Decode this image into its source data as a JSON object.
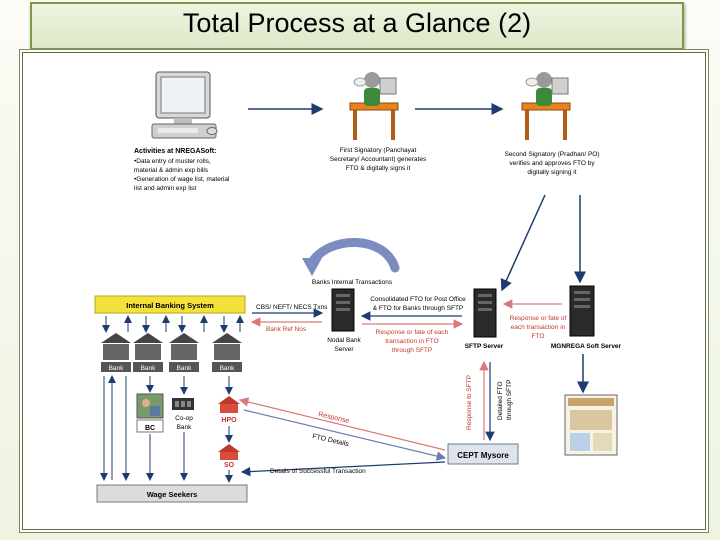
{
  "title": "Total Process at a Glance (2)",
  "nodes": {
    "activities": {
      "heading": "Activities at NREGASoft:",
      "lines": [
        "•Data entry of muster rolls,",
        " material & admin exp bills",
        "•Generation of wage list, material",
        " list and admin exp list"
      ]
    },
    "first_signatory": {
      "lines": [
        "First Signatory (Panchayat",
        "Secretary/ Accountant) generates",
        "FTO & digitally signs it"
      ]
    },
    "second_signatory": {
      "lines": [
        "Second Signatory (Pradhan/ PO)",
        "verifies and approves FTO by",
        "digitally signing it"
      ]
    },
    "internal_banking": "Internal Banking System",
    "banks_internal": "Banks Internal Transactions",
    "cbs": "CBS/ NEFT/ NECS Txns",
    "bank_ref": "Bank Ref Nos",
    "nodal_bank": {
      "lines": [
        "Nodal Bank",
        "Server"
      ]
    },
    "consolidated": {
      "lines": [
        "Consolidated FTO for Post Office",
        "& FTO for Banks through SFTP"
      ]
    },
    "response_fate_left": {
      "lines": [
        "Response or fate of each",
        "transaction in FTO",
        "through SFTP"
      ]
    },
    "sftp_server": "SFTP Server",
    "response_fate_right": {
      "lines": [
        "Response or fate of",
        "each transaction in",
        "FTO"
      ]
    },
    "mgnrega_server": "MGNREGA Soft Server",
    "bank": "Bank",
    "bc": "BC",
    "coop": {
      "lines": [
        "Co-op",
        "Bank"
      ]
    },
    "hpo": "HPO",
    "so": "SO",
    "response_diag": "Response",
    "fto_details": "FTO Details",
    "response_to_sftp": "Response to SFTP",
    "detailed_fto": {
      "lines": [
        "Detailed FTO",
        "through SFTP"
      ]
    },
    "cept": "CEPT Mysore",
    "details_success": "Details of Successful Transaction",
    "wage_seekers": "Wage Seekers"
  },
  "colors": {
    "frame_border": "#7c9a45",
    "banking_bar": "#f3e23a",
    "red_text": "#c0392b",
    "arrow_blue": "#1f3b70",
    "server": "#2a2a2a",
    "desk": "#e8821e"
  }
}
